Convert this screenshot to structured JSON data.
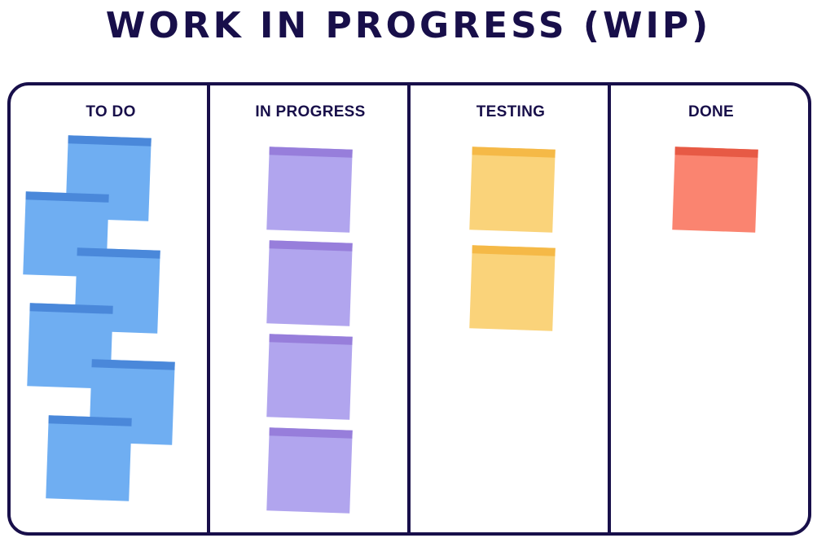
{
  "title": "WORK IN PROGRESS (WIP)",
  "colors": {
    "ink": "#180f4a",
    "todo_note": "#6faef2",
    "todo_bar": "#4a88da",
    "inprogress_note": "#b1a5ee",
    "inprogress_bar": "#977edb",
    "testing_note": "#fad37a",
    "testing_bar": "#f5b947",
    "done_note": "#fa8470",
    "done_bar": "#e75a45"
  },
  "columns": [
    {
      "label": "TO DO",
      "note_count": 6
    },
    {
      "label": "IN PROGRESS",
      "note_count": 4
    },
    {
      "label": "TESTING",
      "note_count": 2
    },
    {
      "label": "DONE",
      "note_count": 1
    }
  ]
}
